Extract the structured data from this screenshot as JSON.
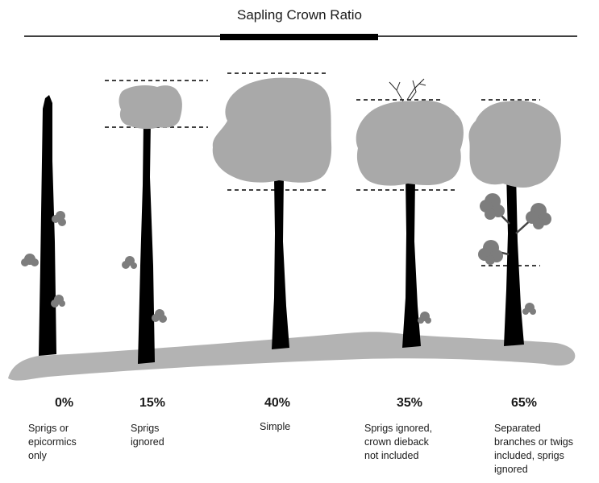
{
  "title": "Sapling Crown Ratio",
  "colors": {
    "trunk": "#000000",
    "crown": "#a9a9a9",
    "ground": "#b3b3b3",
    "sprig": "#7d7d7d",
    "guide": "#000000"
  },
  "trees": [
    {
      "percent": "0%",
      "caption": [
        "Sprigs or",
        "epicormics",
        "only"
      ]
    },
    {
      "percent": "15%",
      "caption": [
        "Sprigs",
        "ignored"
      ]
    },
    {
      "percent": "40%",
      "caption": [
        "Simple"
      ]
    },
    {
      "percent": "35%",
      "caption": [
        "Sprigs ignored,",
        "crown dieback",
        "not included"
      ]
    },
    {
      "percent": "65%",
      "caption": [
        "Separated",
        "branches or twigs",
        "included, sprigs",
        "ignored"
      ]
    }
  ]
}
